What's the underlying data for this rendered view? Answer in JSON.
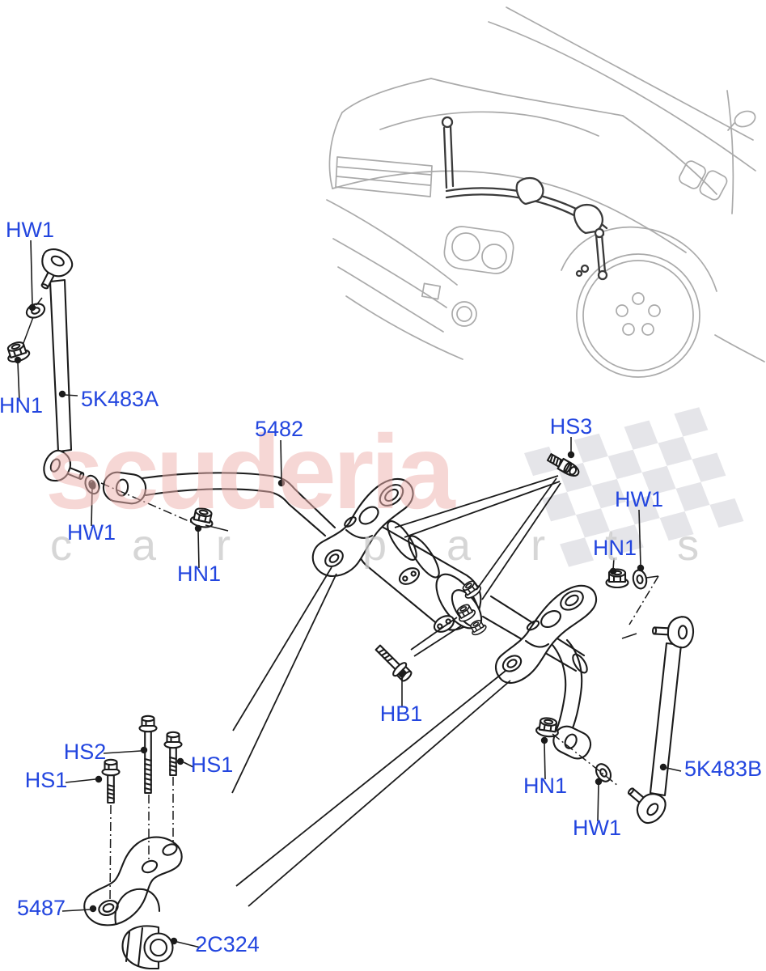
{
  "diagram": {
    "kind": "exploded-parts-diagram",
    "callout_color": "#2346DF",
    "line_color": "#1b1b1b",
    "vehicle_outline_color": "#aaaaaa"
  },
  "watermark": {
    "brand": "scuderia",
    "tagline": "car parts",
    "brand_color": "#efb3b0",
    "tagline_color": "#c9c9c9",
    "flag_color": "#dcdce2"
  },
  "callouts": [
    {
      "id": "hw1-top-left",
      "label": "HW1",
      "points_to": "washer-upper-left-link"
    },
    {
      "id": "hn1-top-left",
      "label": "HN1",
      "points_to": "nut-upper-left-link"
    },
    {
      "id": "link-left",
      "label": "5K483A",
      "points_to": "stabilizer-link-left"
    },
    {
      "id": "hw1-left-mid",
      "label": "HW1",
      "points_to": "washer-lower-left-link"
    },
    {
      "id": "hn1-left-mid",
      "label": "HN1",
      "points_to": "nut-lower-left-link"
    },
    {
      "id": "bar",
      "label": "5482",
      "points_to": "stabilizer-bar"
    },
    {
      "id": "hs3",
      "label": "HS3",
      "points_to": "screw-actuator"
    },
    {
      "id": "hw1-right-upper",
      "label": "HW1",
      "points_to": "washer-upper-right-link"
    },
    {
      "id": "hn1-right-upper",
      "label": "HN1",
      "points_to": "nut-upper-right-link"
    },
    {
      "id": "hb1",
      "label": "HB1",
      "points_to": "bolt-actuator"
    },
    {
      "id": "hs2",
      "label": "HS2",
      "points_to": "long-bolt-bracket"
    },
    {
      "id": "hs1-left",
      "label": "HS1",
      "points_to": "bolt-bracket-left"
    },
    {
      "id": "hs1-right",
      "label": "HS1",
      "points_to": "bolt-bracket-right"
    },
    {
      "id": "hn1-bottom-right",
      "label": "HN1",
      "points_to": "nut-lower-right-link"
    },
    {
      "id": "hw1-bottom-right",
      "label": "HW1",
      "points_to": "washer-lower-right-link"
    },
    {
      "id": "link-right",
      "label": "5K483B",
      "points_to": "stabilizer-link-right"
    },
    {
      "id": "bracket",
      "label": "5487",
      "points_to": "stabilizer-bar-clamp-bracket"
    },
    {
      "id": "bushing",
      "label": "2C324",
      "points_to": "stabilizer-bar-bushing"
    }
  ]
}
